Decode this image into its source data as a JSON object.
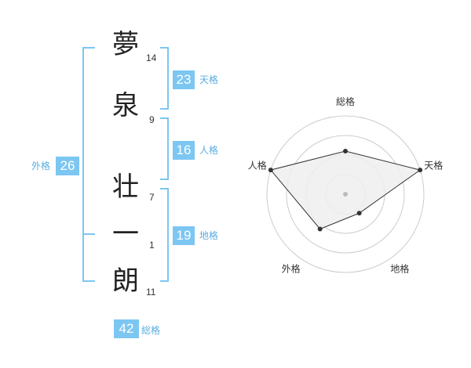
{
  "name": {
    "chars": [
      {
        "char": "夢",
        "strokes": "14"
      },
      {
        "char": "泉",
        "strokes": "9"
      },
      {
        "char": "壮",
        "strokes": "7"
      },
      {
        "char": "一",
        "strokes": "1"
      },
      {
        "char": "朗",
        "strokes": "11"
      }
    ]
  },
  "fortunes": {
    "tenkaku": {
      "value": "23",
      "label": "天格"
    },
    "jinkaku": {
      "value": "16",
      "label": "人格"
    },
    "chikaku": {
      "value": "19",
      "label": "地格"
    },
    "gaikaku": {
      "value": "26",
      "label": "外格"
    },
    "soukaku": {
      "value": "42",
      "label": "総格"
    }
  },
  "chart_data": {
    "type": "radar",
    "axes": [
      "総格",
      "天格",
      "地格",
      "外格",
      "人格"
    ],
    "values": [
      0.55,
      1.0,
      0.3,
      0.55,
      1.0
    ],
    "rings": 4,
    "colors": {
      "fill": "#efefef",
      "line": "#333333",
      "grid": "#cccccc",
      "center": "#bbbbbb"
    }
  }
}
